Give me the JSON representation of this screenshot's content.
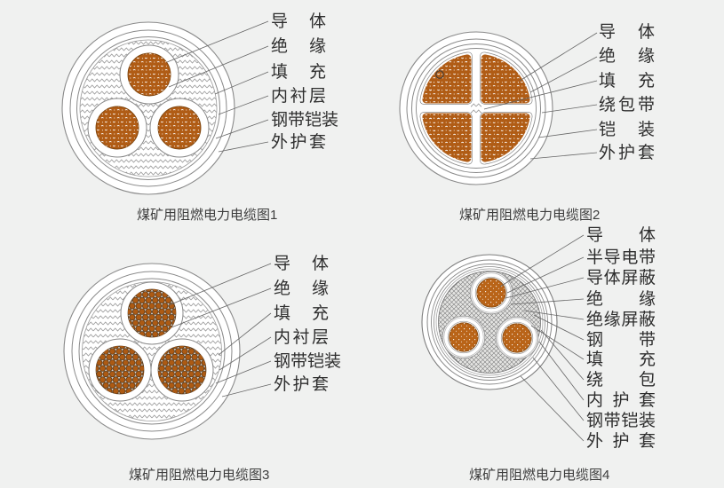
{
  "page": {
    "background_color": "#f0f1f0",
    "conductor_color": "#b05c15",
    "line_color": "#8a8a8a",
    "text_color": "#2e2e2e"
  },
  "diagrams": [
    {
      "caption": "煤矿用阻燃电力电缆图1",
      "labels": [
        "导体",
        "绝缘",
        "填充",
        "内衬层",
        "钢带铠装",
        "外护套"
      ]
    },
    {
      "caption": "煤矿用阻燃电力电缆图2",
      "labels": [
        "导体",
        "绝缘",
        "填充",
        "绕包带",
        "铠装",
        "外护套"
      ]
    },
    {
      "caption": "煤矿用阻燃电力电缆图3",
      "labels": [
        "导体",
        "绝缘",
        "填充",
        "内衬层",
        "钢带铠装",
        "外护套"
      ]
    },
    {
      "caption": "煤矿用阻燃电力电缆图4",
      "labels": [
        "导体",
        "半导电带",
        "导体屏蔽",
        "绝缘",
        "绝缘屏蔽",
        "钢带",
        "填充",
        "绕包",
        "内护套",
        "钢带铠装",
        "外护套"
      ]
    }
  ]
}
